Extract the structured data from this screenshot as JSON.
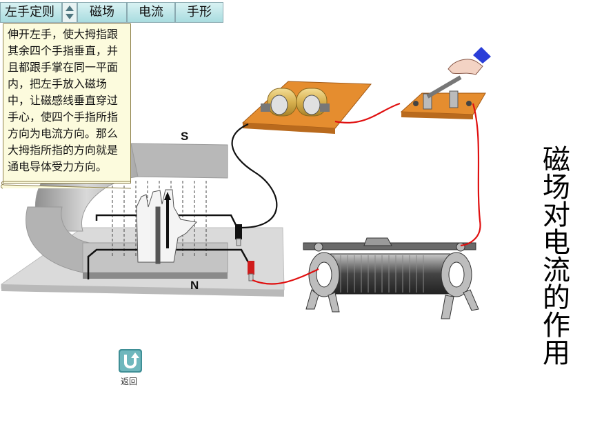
{
  "toolbar": {
    "items": [
      "左手定则",
      "磁场",
      "电流",
      "手形"
    ]
  },
  "note": {
    "text": "伸开左手，使大拇指跟其余四个手指垂直，并且都跟手掌在同一平面内，把左手放入磁场中，让磁感线垂直穿过手心，使四个手指所指方向为电流方向。那么大拇指所指的方向就是通电导体受力方向。"
  },
  "poles": {
    "south": "S",
    "north": "N"
  },
  "title": "磁场对电流的作用",
  "back": {
    "label": "返回"
  },
  "colors": {
    "toolbar": "#a9dcdf",
    "note_bg": "#fcfbdd",
    "board": "#e08a2e",
    "wire_red": "#e01010",
    "back_icon": "#3f8f96"
  }
}
